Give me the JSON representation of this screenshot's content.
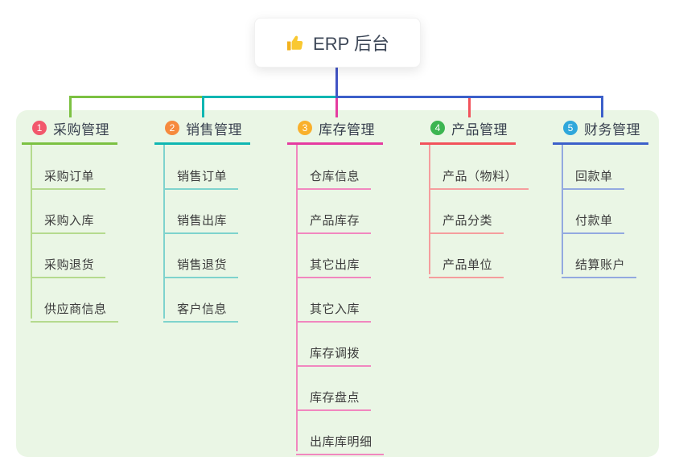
{
  "root": {
    "icon": "thumbs-up-icon",
    "title": "ERP 后台",
    "line_color": "#4254c5",
    "icon_color": "#f7c325"
  },
  "canvas": {
    "panel_color": "#eaf6e5",
    "background": "#ffffff"
  },
  "branches": [
    {
      "num": "1",
      "title": "采购管理",
      "badge_color": "#f2586c",
      "line_color": "#7cc142",
      "child_line_color": "#b5da8e",
      "children": [
        "采购订单",
        "采购入库",
        "采购退货",
        "供应商信息"
      ]
    },
    {
      "num": "2",
      "title": "销售管理",
      "badge_color": "#f68a3e",
      "line_color": "#0fb6b2",
      "child_line_color": "#7ed3cd",
      "children": [
        "销售订单",
        "销售出库",
        "销售退货",
        "客户信息"
      ]
    },
    {
      "num": "3",
      "title": "库存管理",
      "badge_color": "#f9b02c",
      "line_color": "#e53ba0",
      "child_line_color": "#f187bf",
      "children": [
        "仓库信息",
        "产品库存",
        "其它出库",
        "其它入库",
        "库存调拨",
        "库存盘点",
        "出库库明细"
      ]
    },
    {
      "num": "4",
      "title": "产品管理",
      "badge_color": "#3cb551",
      "line_color": "#f2525b",
      "child_line_color": "#f59d9d",
      "children": [
        "产品（物料）",
        "产品分类",
        "产品单位"
      ]
    },
    {
      "num": "5",
      "title": "财务管理",
      "badge_color": "#2fa7db",
      "line_color": "#3c60ca",
      "child_line_color": "#93a9e0",
      "children": [
        "回款单",
        "付款单",
        "结算账户"
      ]
    }
  ]
}
